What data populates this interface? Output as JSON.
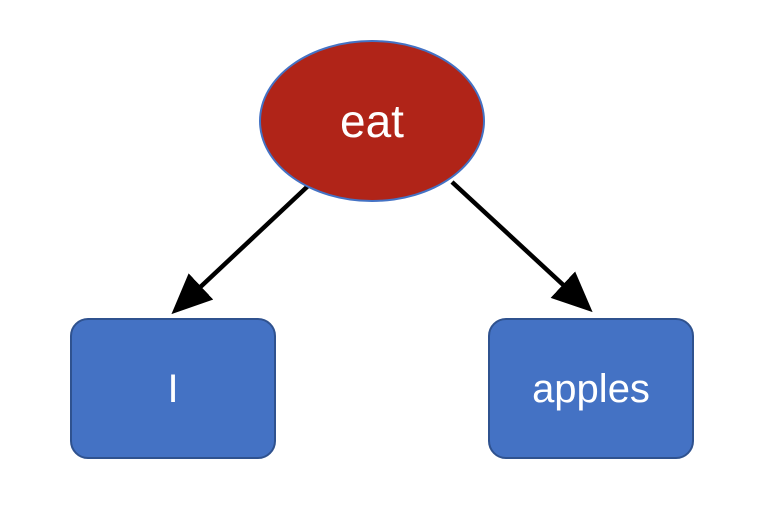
{
  "diagram": {
    "type": "tree",
    "background": "#FFFFFF",
    "root": {
      "label": "eat",
      "shape": "ellipse",
      "fill": "#B02418",
      "border_color": "#4472C4",
      "text_color": "#FFFFFF"
    },
    "children": [
      {
        "label": "I",
        "shape": "rounded-rectangle",
        "fill": "#4472C4",
        "border_color": "#2F528F",
        "text_color": "#FFFFFF"
      },
      {
        "label": "apples",
        "shape": "rounded-rectangle",
        "fill": "#4472C4",
        "border_color": "#2F528F",
        "text_color": "#FFFFFF"
      }
    ],
    "edges": [
      {
        "from": "eat",
        "to": "I",
        "style": "arrow",
        "color": "#000000"
      },
      {
        "from": "eat",
        "to": "apples",
        "style": "arrow",
        "color": "#000000"
      }
    ]
  }
}
